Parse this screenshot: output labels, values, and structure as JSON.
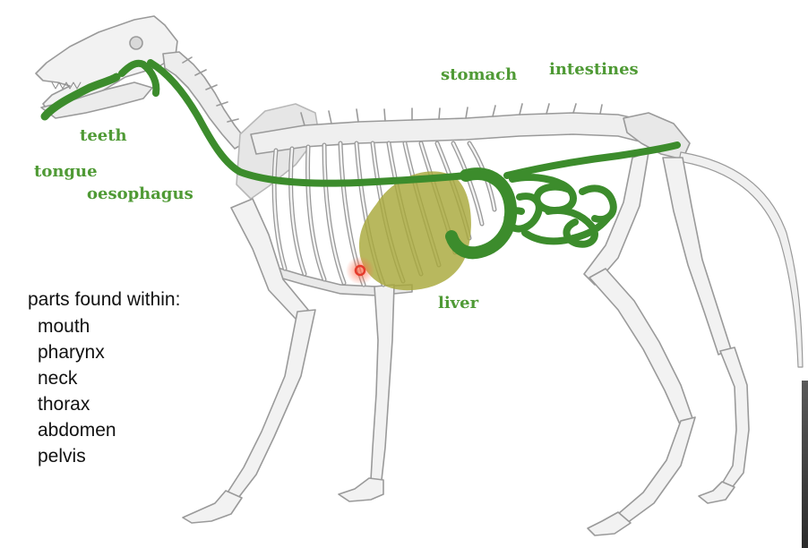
{
  "labels": {
    "teeth": "teeth",
    "tongue": "tongue",
    "oesophagus": "oesophagus",
    "stomach": "stomach",
    "intestines": "intestines",
    "liver": "liver"
  },
  "parts_list": {
    "title": "parts found within:",
    "items": [
      "mouth",
      "pharynx",
      "neck",
      "thorax",
      "abdomen",
      "pelvis"
    ]
  },
  "colors": {
    "digestive_tract": "#3c8c2c",
    "label_text": "#4f9a35",
    "liver": "#a8a83a",
    "bone_fill": "#f2f2f2",
    "bone_stroke": "#9a9a9a",
    "pointer": "#e53b2c"
  }
}
